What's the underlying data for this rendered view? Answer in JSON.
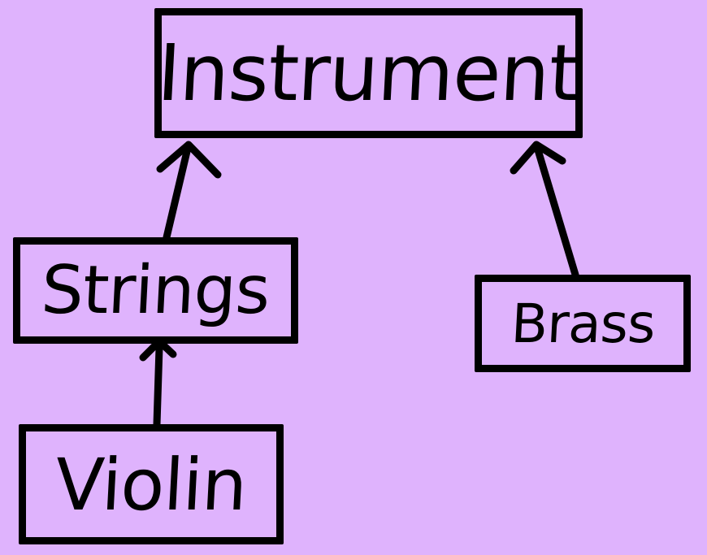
{
  "diagram": {
    "background_color": "#dfb3fd",
    "stroke_color": "#000000",
    "nodes": {
      "instrument": "Instrument",
      "strings": "Strings",
      "brass": "Brass",
      "violin": "Violin"
    },
    "edges": [
      {
        "from": "Strings",
        "to": "Instrument"
      },
      {
        "from": "Brass",
        "to": "Instrument"
      },
      {
        "from": "Violin",
        "to": "Strings"
      }
    ]
  }
}
